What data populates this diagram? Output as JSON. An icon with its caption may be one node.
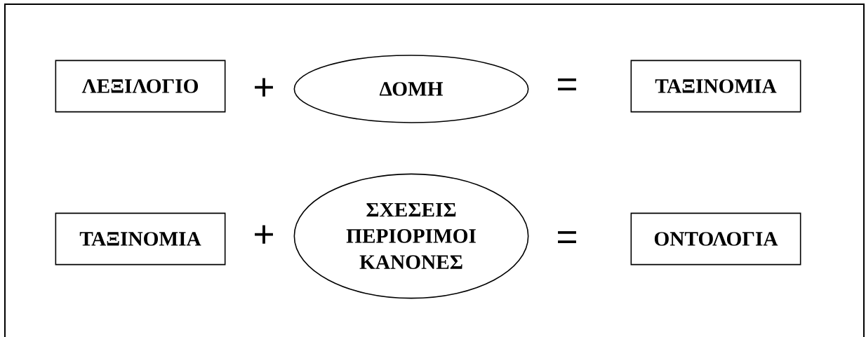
{
  "diagram": {
    "nodes": [
      {
        "text": [
          "ΛΕΞΙΛΟΓΙΟ"
        ]
      },
      {
        "text": [
          "ΔΟΜΗ"
        ]
      },
      {
        "text": [
          "ΤΑΞΙΝΟΜΙΑ"
        ]
      },
      {
        "text": [
          "ΤΑΞΙΝΟΜΙΑ"
        ]
      },
      {
        "text": [
          "ΣΧΕΣΕΙΣ ΠΕΡΙΟΡΙΜΟΙ ΚΑΝΟΝΕΣ"
        ]
      },
      {
        "text": [
          "ΟΝΤΟΛΟΓΙΑ"
        ]
      }
    ],
    "labels": [
      "+",
      "=",
      "+",
      "="
    ]
  }
}
